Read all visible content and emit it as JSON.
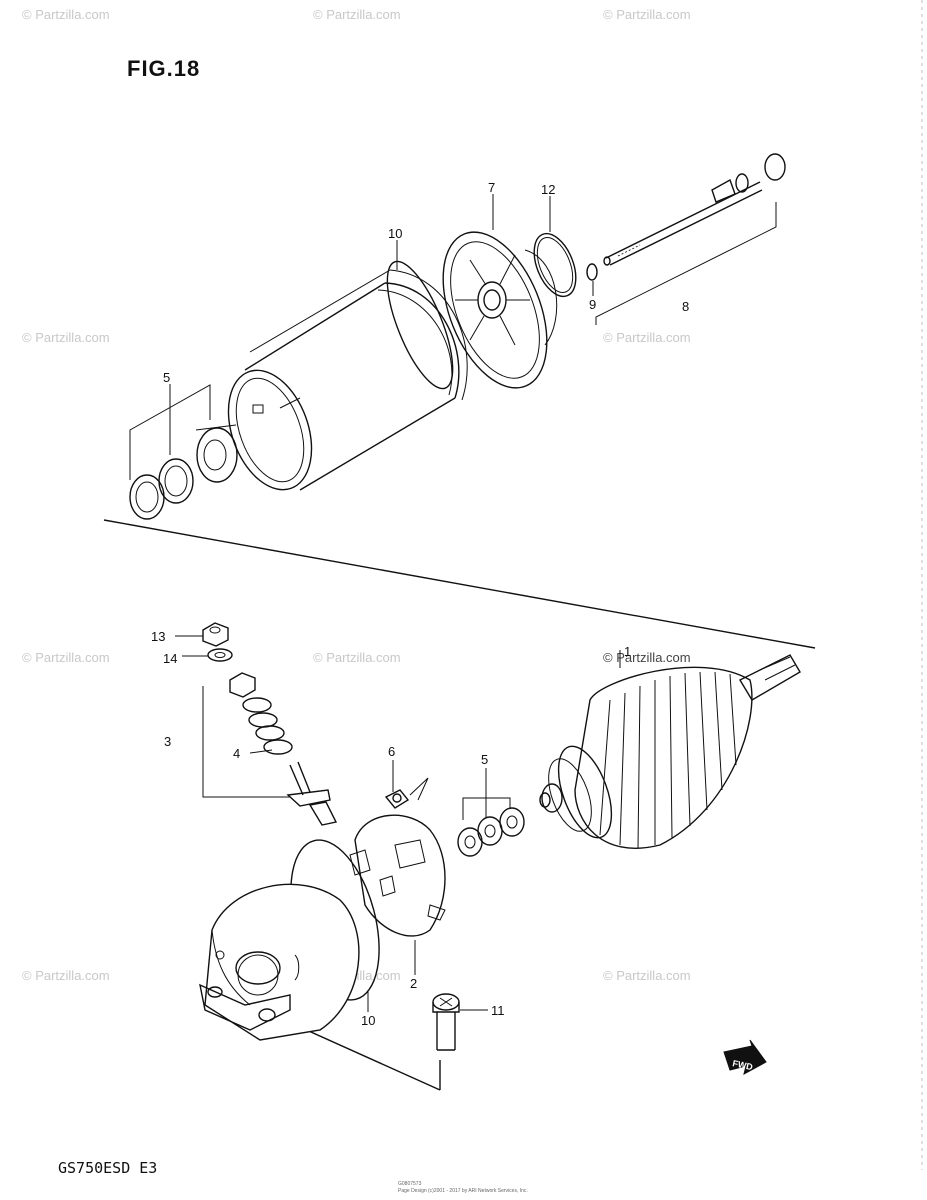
{
  "figure": {
    "title": "FIG.18",
    "model": "GS750ESD E3"
  },
  "watermark": {
    "text": "© Partzilla.com"
  },
  "fine_print": {
    "line1": "G0807573",
    "line2": "Page Design (c)2001 - 2017 by ARI Network Services, Inc."
  },
  "fwd_label": "FWD",
  "callouts": [
    {
      "id": "7",
      "label": "7"
    },
    {
      "id": "12",
      "label": "12"
    },
    {
      "id": "10a",
      "label": "10"
    },
    {
      "id": "9",
      "label": "9"
    },
    {
      "id": "8",
      "label": "8"
    },
    {
      "id": "5a",
      "label": "5"
    },
    {
      "id": "13",
      "label": "13"
    },
    {
      "id": "14",
      "label": "14"
    },
    {
      "id": "1",
      "label": "1"
    },
    {
      "id": "3",
      "label": "3"
    },
    {
      "id": "4",
      "label": "4"
    },
    {
      "id": "6",
      "label": "6"
    },
    {
      "id": "5b",
      "label": "5"
    },
    {
      "id": "2",
      "label": "2"
    },
    {
      "id": "10b",
      "label": "10"
    },
    {
      "id": "11",
      "label": "11"
    }
  ],
  "colors": {
    "ink": "#111111",
    "watermark": "#c8c8c8",
    "background": "#ffffff"
  }
}
